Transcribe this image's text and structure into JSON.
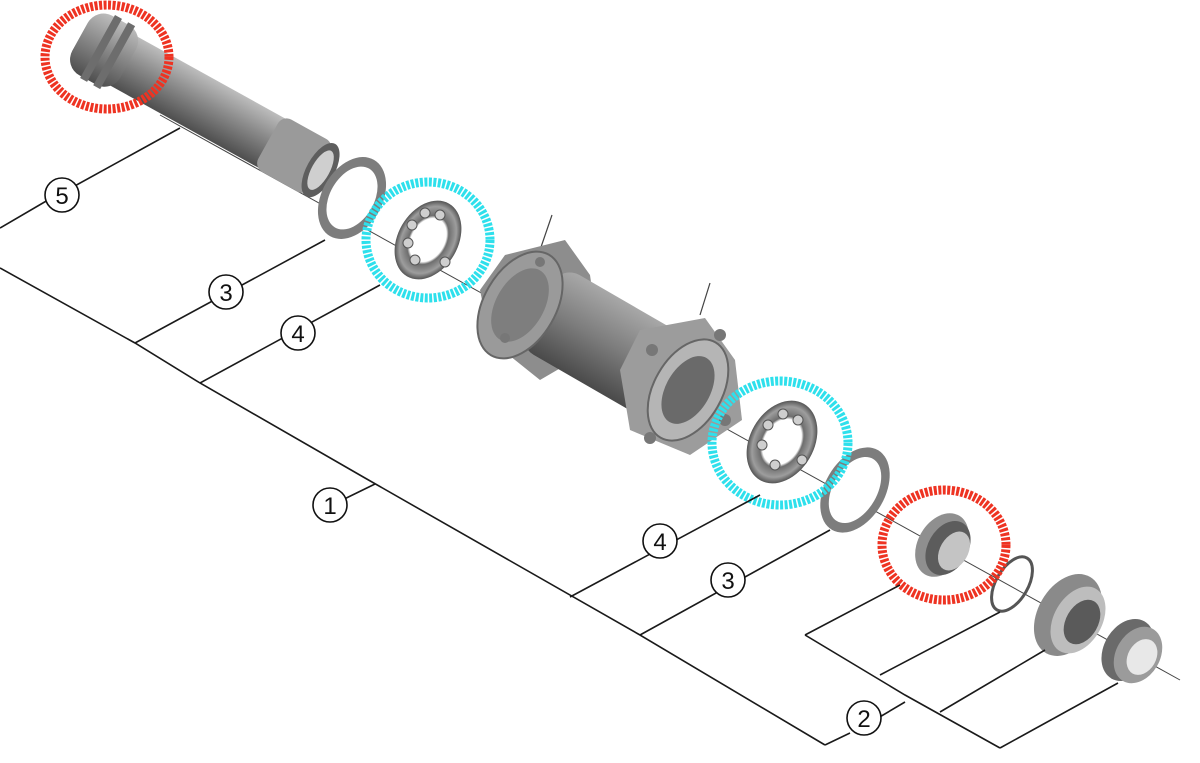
{
  "callouts": {
    "c1": "1",
    "c2": "2",
    "c3a": "3",
    "c3b": "3",
    "c4a": "4",
    "c4b": "4",
    "c5": "5"
  },
  "colors": {
    "highlight_red": "#ee3322",
    "highlight_cyan": "#2ee0ec",
    "part_gray": "#8c8c8c",
    "part_dark": "#5a5a5a",
    "line": "#1a1a1a"
  }
}
